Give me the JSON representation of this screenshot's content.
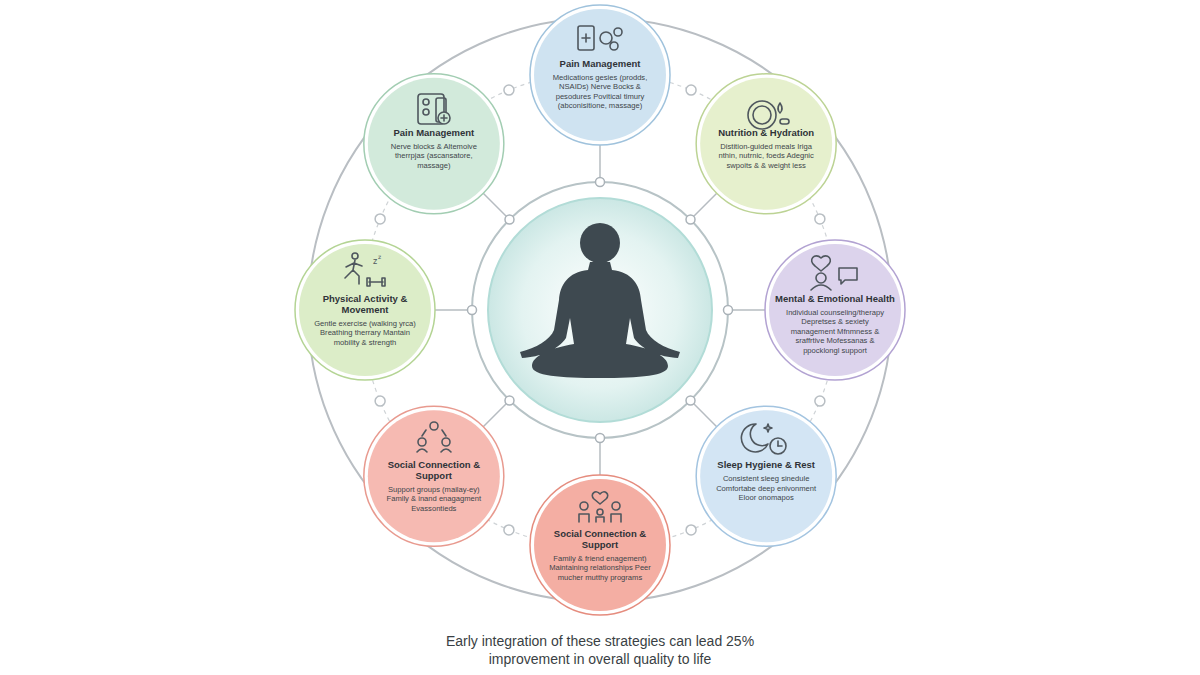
{
  "diagram": {
    "caption": "Early integration of these strategies can lead 25% improvement in overall quality to life",
    "nodes": [
      {
        "text": [
          "Pain Management",
          "Medications gesies (prodds, NSAIDs) Nerve Bocks & pesodures Povitical timury (abconisitione, massage)"
        ]
      },
      {
        "text": [
          "Nutrition & Hydration",
          "Distition-guided meals Iriga nthin, nutrnic, foeds Adegnic swpoits & & weight less"
        ]
      },
      {
        "text": [
          "Mental & Emotional Health",
          "Individual counseling/therapy Depretses & sexiety management Mfnmness & sraffrtive Mofessanas & ppocklongl support"
        ]
      },
      {
        "text": [
          "Sleep Hygiene & Rest",
          "Consistent sleeg sinedule Comfortabe deep enivonment Eloor onomapos"
        ]
      },
      {
        "text": [
          "Social Connection & Support",
          "Family & friend enagement) Maintaining relationships Peer mucher mutthy programs"
        ]
      },
      {
        "text": [
          "Social Connection & Support",
          "Support groups (mailay-ey) Family & inand enagagment Evassontieds"
        ]
      },
      {
        "text": [
          "Physical Activity & Movement",
          "Gentle exercise (walking yrca) Breathing therrary Mantain mobility & strength"
        ]
      },
      {
        "text": [
          "Pain Management",
          "Nerve blocks & Altemoive therrpjas (ascansatore, massage)"
        ]
      }
    ]
  }
}
